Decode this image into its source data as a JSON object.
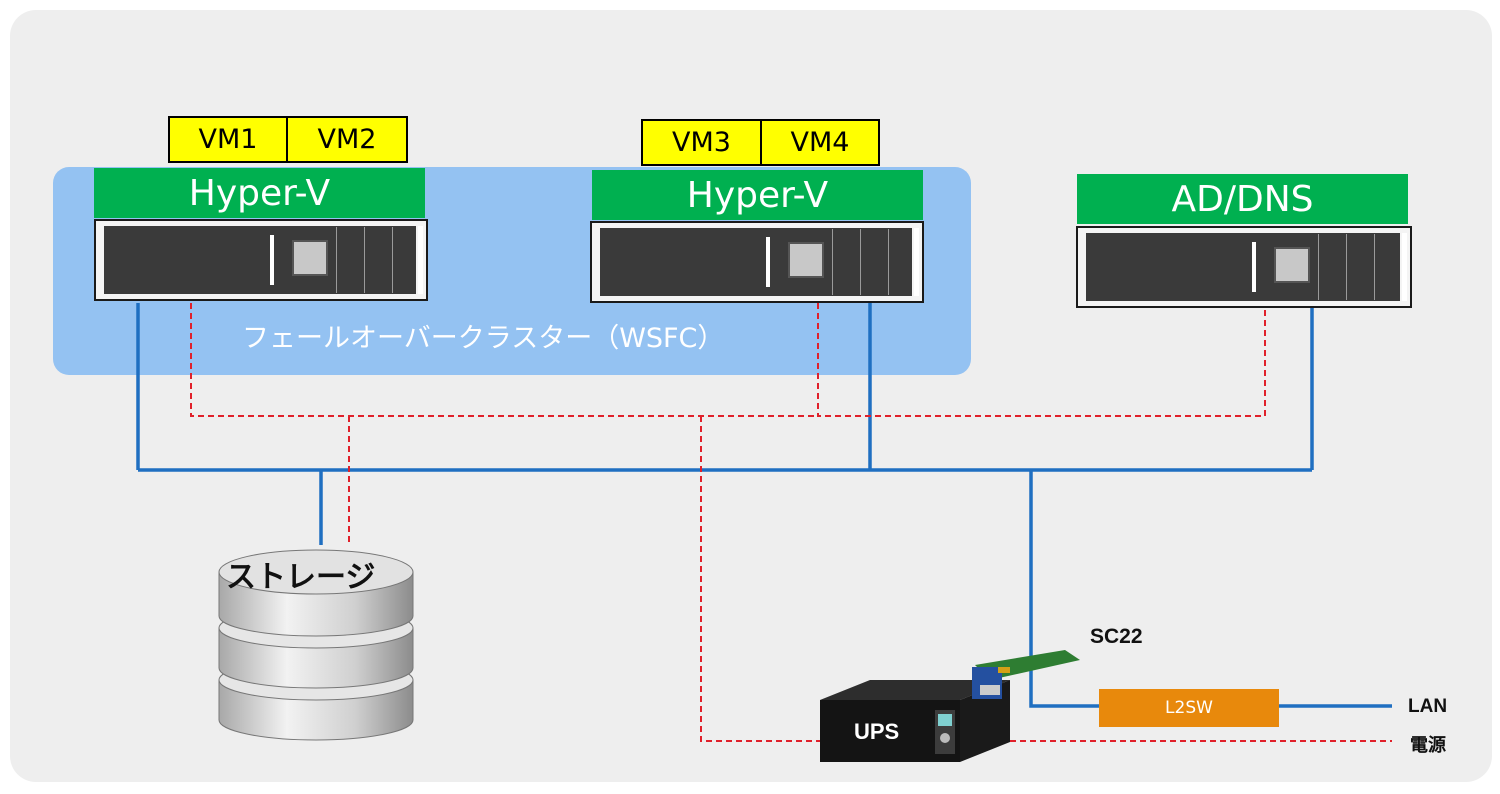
{
  "cluster": {
    "label": "フェールオーバークラスター（WSFC）"
  },
  "nodes": [
    {
      "role": "Hyper-V",
      "vms": [
        "VM1",
        "VM2"
      ]
    },
    {
      "role": "Hyper-V",
      "vms": [
        "VM3",
        "VM4"
      ]
    },
    {
      "role": "AD/DNS",
      "vms": []
    }
  ],
  "storage": {
    "label": "ストレージ"
  },
  "ups": {
    "label": "UPS",
    "card_label": "SC22"
  },
  "switch": {
    "label": "L2SW"
  },
  "legend": {
    "lan": "LAN",
    "power": "電源"
  },
  "colors": {
    "panel": "#eeeeee",
    "cluster": "#94c2f2",
    "vm": "#ffff00",
    "role": "#00b050",
    "lan_line": "#1f6fc1",
    "power_line": "#e0202a",
    "switch": "#e8890c"
  }
}
